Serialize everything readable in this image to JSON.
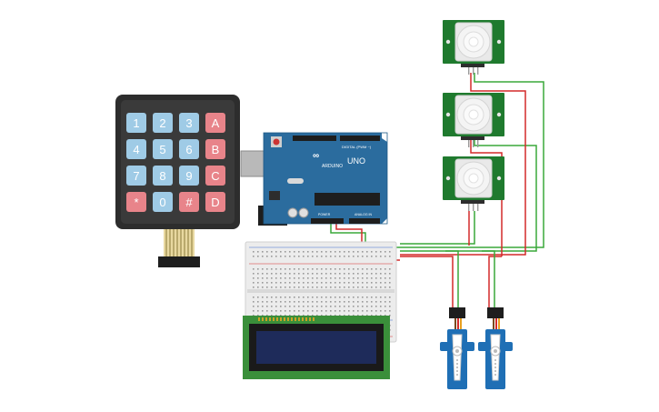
{
  "keypad": {
    "rows": [
      [
        "1",
        "2",
        "3",
        "A"
      ],
      [
        "4",
        "5",
        "6",
        "B"
      ],
      [
        "7",
        "8",
        "9",
        "C"
      ],
      [
        "*",
        "0",
        "#",
        "D"
      ]
    ],
    "letter_keys": [
      "A",
      "B",
      "C",
      "D"
    ],
    "colors": {
      "number_key": "#9fcbe6",
      "letter_key": "#e8848a",
      "special_key": "#e8848a",
      "frame": "#2d2d2d"
    }
  },
  "arduino": {
    "brand": "ARDUINO",
    "model": "UNO",
    "header_top_label": "DIGITAL (PWM ~)",
    "power_label": "POWER",
    "analog_label": "ANALOG IN",
    "color": "#2b6c9e"
  },
  "pir_sensor": {
    "count": 3,
    "board_color": "#1f7a2e"
  },
  "servo": {
    "count": 2,
    "color": "#1f6fb5"
  },
  "lcd": {
    "screen_color": "#1e2b5a",
    "board_color": "#3a8f3a"
  },
  "wire_colors": {
    "power": "#d32a2a",
    "signal": "#3aa83a",
    "ground": "#2d2d2d"
  }
}
